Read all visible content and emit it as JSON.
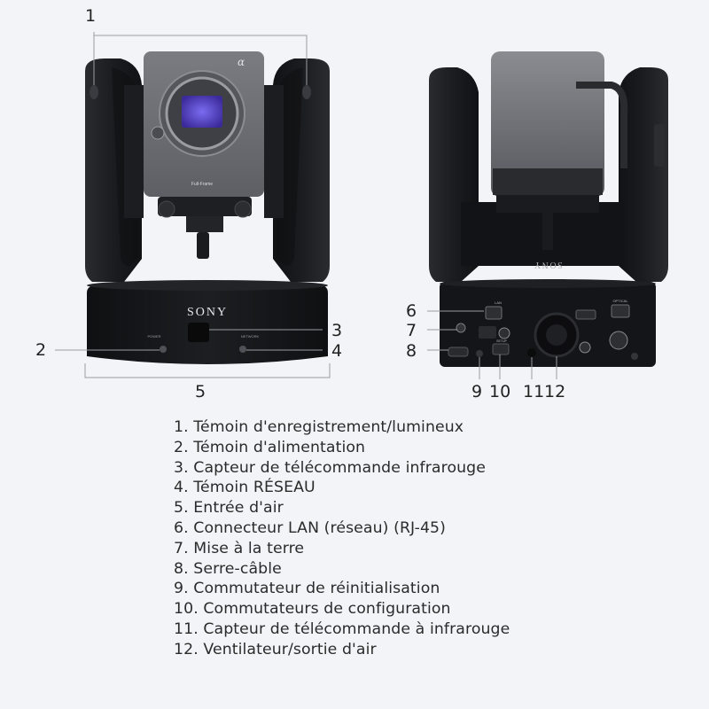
{
  "brand": "SONY",
  "brand_mirrored": "SONY",
  "sensor_mark": "α",
  "sensor_label": "Full-Frame",
  "front_labels": {
    "power": "POWER",
    "network": "NETWORK"
  },
  "rear_labels": {
    "lan": "LAN",
    "optical": "OPTICAL",
    "setup": "SETUP"
  },
  "callouts": [
    "1",
    "2",
    "3",
    "4",
    "5",
    "6",
    "7",
    "8",
    "9",
    "10",
    "11",
    "12"
  ],
  "legend": [
    "1. Témoin d'enregistrement/lumineux",
    "2. Témoin d'alimentation",
    "3. Capteur de télécommande infrarouge",
    "4. Témoin RÉSEAU",
    "5. Entrée d'air",
    "6. Connecteur LAN (réseau) (RJ-45)",
    "7. Mise à la terre",
    "8. Serre-câble",
    "9. Commutateur de réinitialisation",
    "10. Commutateurs de configuration",
    "11. Capteur de télécommande à infrarouge",
    "12. Ventilateur/sortie d'air"
  ],
  "colors": {
    "body": "#17181b",
    "camera_grey": "#6e7076",
    "sensor": "#5a42c8",
    "background": "#f3f4f7"
  }
}
